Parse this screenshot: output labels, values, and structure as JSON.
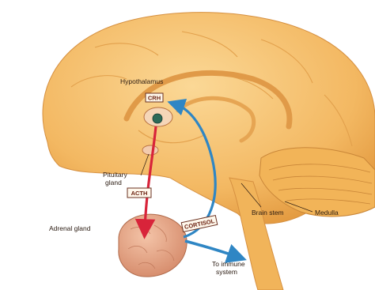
{
  "labels": {
    "hypothalamus": "Hypothalamus",
    "pituitary_line1": "Pituitary",
    "pituitary_line2": "gland",
    "adrenal": "Adrenal gland",
    "brain_stem": "Brain stem",
    "medulla": "Medulla",
    "immune_line1": "To immune",
    "immune_line2": "system"
  },
  "hormones": {
    "crh": "CRH",
    "acth": "ACTH",
    "cortisol": "CORTISOL"
  },
  "colors": {
    "brain": "#f7c470",
    "brain_dark": "#e0a048",
    "gland": "#e6a888",
    "red_arrow": "#d8243a",
    "blue_arrow": "#2f86c4"
  }
}
